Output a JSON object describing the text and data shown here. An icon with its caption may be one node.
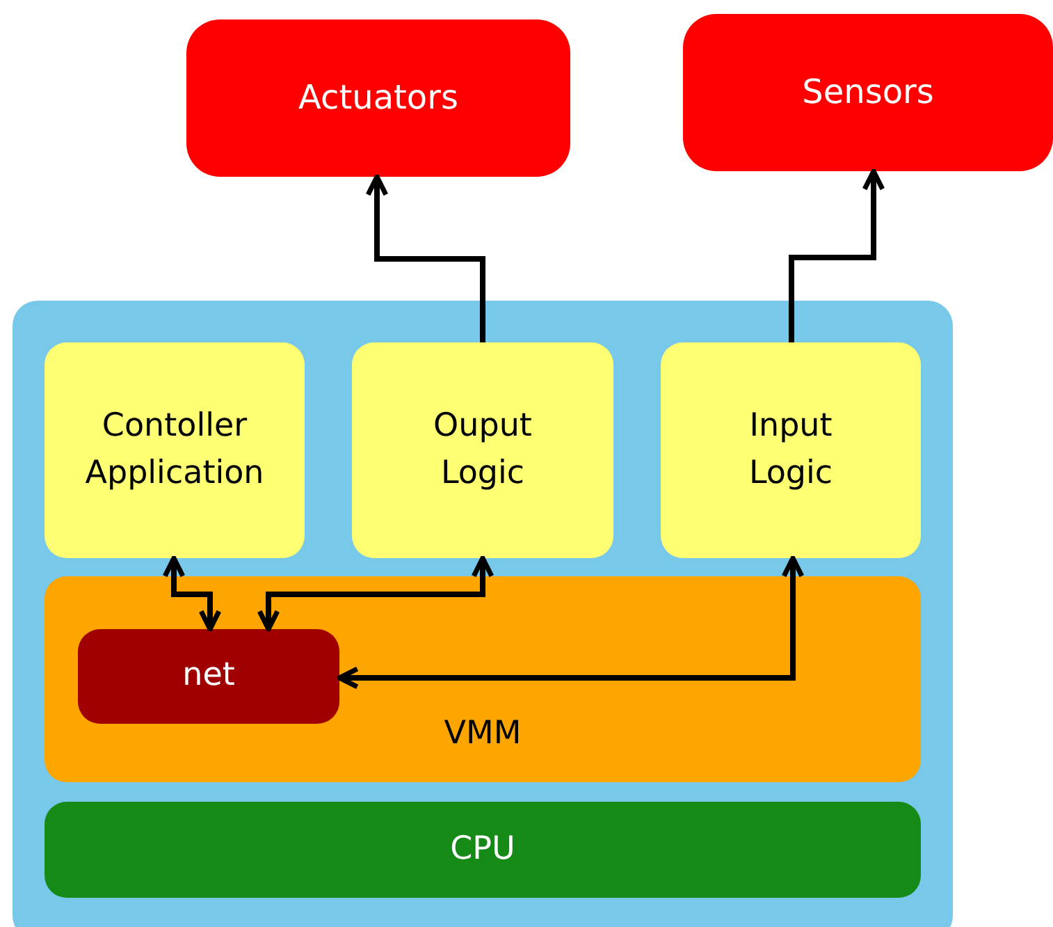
{
  "diagram": {
    "nodes": [
      {
        "text": [
          "Actuators"
        ]
      },
      {
        "text": [
          "Sensors"
        ]
      },
      {
        "text": [],
        "shape": "box"
      },
      {
        "text": [
          "Contoller Application"
        ],
        "in": 2
      },
      {
        "text": [
          "Ouput Logic"
        ],
        "in": 2
      },
      {
        "text": [
          "Input Logic"
        ],
        "in": 2
      },
      {
        "text": [
          "VMM"
        ],
        "in": 2
      },
      {
        "text": [
          "net"
        ],
        "in": 6
      },
      {
        "text": [
          "CPU"
        ],
        "in": 2
      }
    ],
    "edges": [
      {
        "from": 4,
        "to": 0,
        "arrow": "to"
      },
      {
        "from": 5,
        "to": 1,
        "arrow": "to"
      },
      {
        "from": 3,
        "to": 7,
        "arrow": "both"
      },
      {
        "from": 4,
        "to": 7,
        "arrow": "both"
      },
      {
        "from": 5,
        "to": 7,
        "arrow": "both"
      }
    ]
  }
}
